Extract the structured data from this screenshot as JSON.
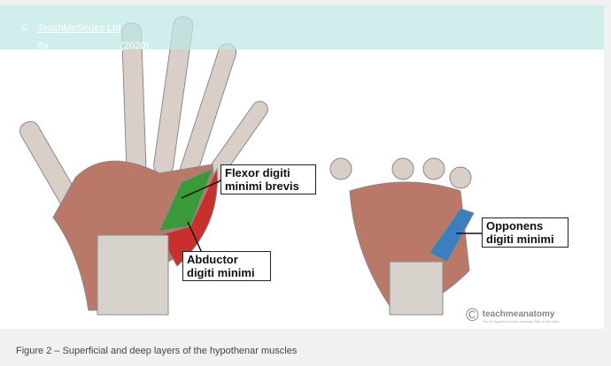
{
  "credit": {
    "symbol": "©",
    "prefix": "By",
    "link": "TeachMeSeries Ltd",
    "year": "(2020)"
  },
  "labels": {
    "fdmb": "Flexor digiti minimi brevis",
    "adm": "Abductor digiti minimi",
    "odm": "Opponens digiti minimi"
  },
  "logo": {
    "name": "teachmeanatomy",
    "tagline": "The #1 Applied Human Anatomy Site on the Web."
  },
  "caption": "Figure 2 – Superficial and deep layers of the hypothenar muscles",
  "colors": {
    "banner": "#cfecea",
    "muscle": "#b56a5a",
    "fdmb": "#3a9a3a",
    "adm": "#c8302e",
    "odm": "#3b7fc0"
  }
}
